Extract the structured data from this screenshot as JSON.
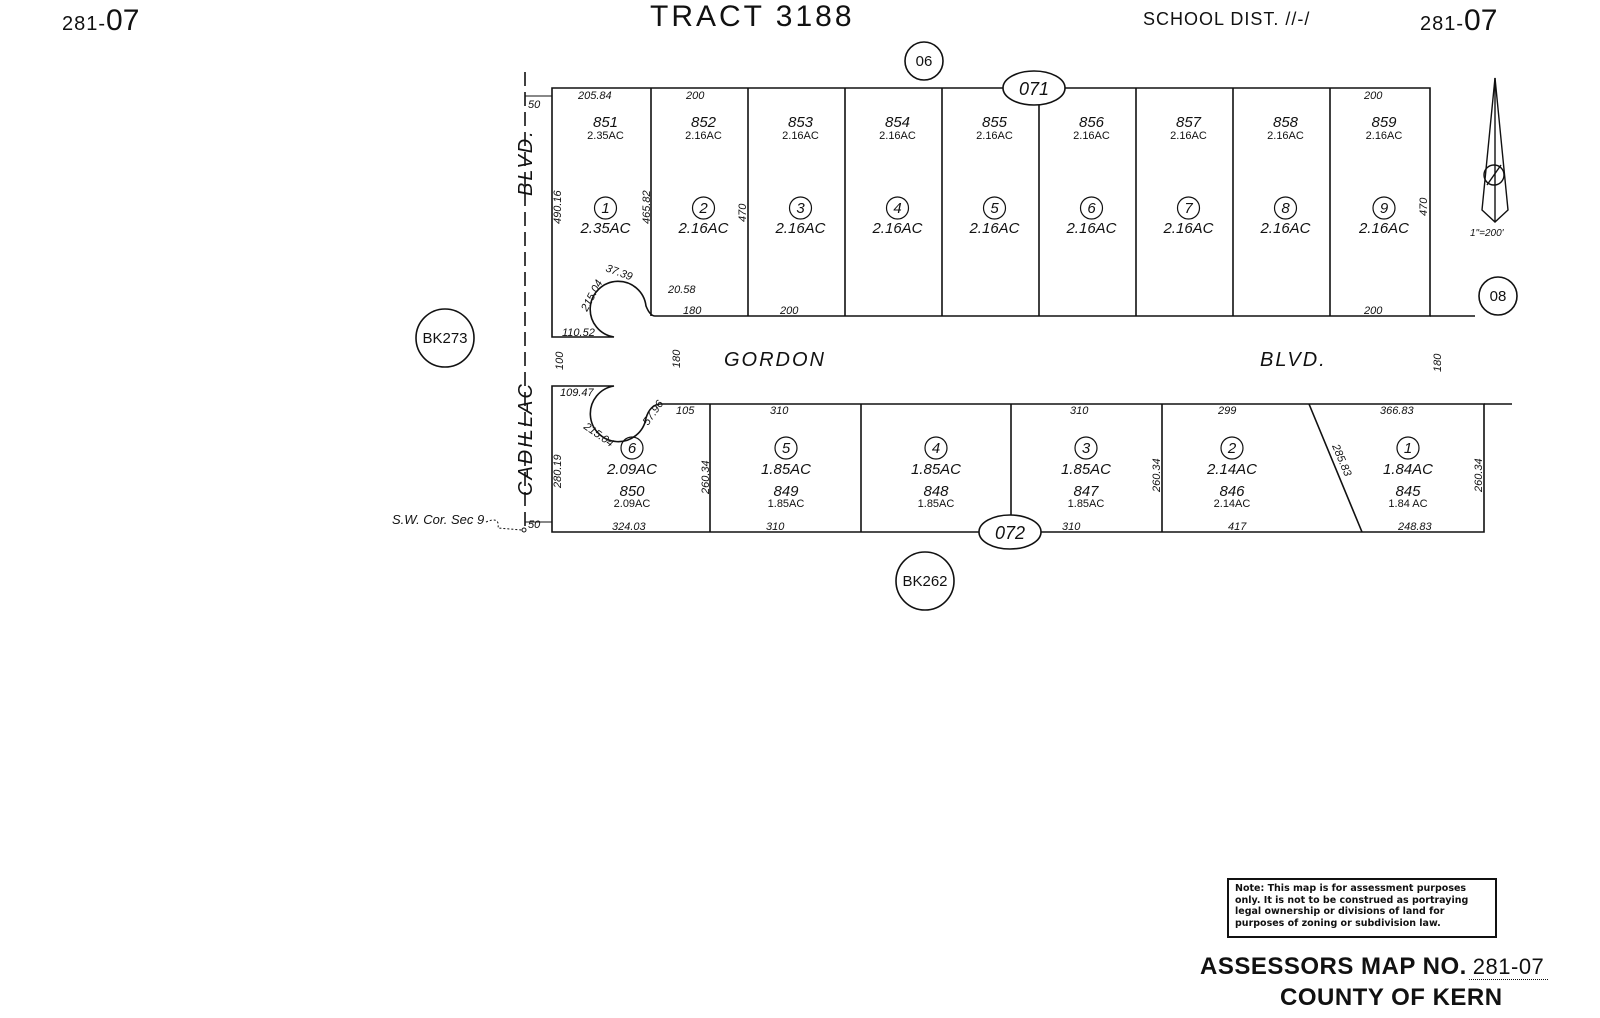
{
  "header": {
    "map_no_prefix": "281-",
    "map_no_suffix": "07",
    "title": "TRACT 3188",
    "school_dist": "SCHOOL DIST. //-/"
  },
  "bubbles": {
    "top_book": "06",
    "north_block": "071",
    "south_block": "072",
    "east_book": "08",
    "west_book": "BK273",
    "south_book": "BK262"
  },
  "streets": {
    "gordon": "GORDON",
    "gordon_blvd": "BLVD.",
    "cadillac": "CADILLAC",
    "cadillac_blvd": "BLVD."
  },
  "north_lots": [
    {
      "apn": "851",
      "apn_acres": "2.35AC",
      "lot": "1",
      "lot_acres": "2.35AC"
    },
    {
      "apn": "852",
      "apn_acres": "2.16AC",
      "lot": "2",
      "lot_acres": "2.16AC"
    },
    {
      "apn": "853",
      "apn_acres": "2.16AC",
      "lot": "3",
      "lot_acres": "2.16AC"
    },
    {
      "apn": "854",
      "apn_acres": "2.16AC",
      "lot": "4",
      "lot_acres": "2.16AC"
    },
    {
      "apn": "855",
      "apn_acres": "2.16AC",
      "lot": "5",
      "lot_acres": "2.16AC"
    },
    {
      "apn": "856",
      "apn_acres": "2.16AC",
      "lot": "6",
      "lot_acres": "2.16AC"
    },
    {
      "apn": "857",
      "apn_acres": "2.16AC",
      "lot": "7",
      "lot_acres": "2.16AC"
    },
    {
      "apn": "858",
      "apn_acres": "2.16AC",
      "lot": "8",
      "lot_acres": "2.16AC"
    },
    {
      "apn": "859",
      "apn_acres": "2.16AC",
      "lot": "9",
      "lot_acres": "2.16AC"
    }
  ],
  "south_lots": [
    {
      "apn": "850",
      "apn_acres": "2.09AC",
      "lot": "6",
      "lot_acres": "2.09AC"
    },
    {
      "apn": "849",
      "apn_acres": "1.85AC",
      "lot": "5",
      "lot_acres": "1.85AC"
    },
    {
      "apn": "848",
      "apn_acres": "1.85AC",
      "lot": "4",
      "lot_acres": "1.85AC"
    },
    {
      "apn": "847",
      "apn_acres": "1.85AC",
      "lot": "3",
      "lot_acres": "1.85AC"
    },
    {
      "apn": "846",
      "apn_acres": "2.14AC",
      "lot": "2",
      "lot_acres": "2.14AC"
    },
    {
      "apn": "845",
      "apn_acres": "1.84 AC",
      "lot": "1",
      "lot_acres": "1.84AC"
    }
  ],
  "dimensions": {
    "n_top_1": "205.84",
    "n_top_2": "200",
    "n_top_9": "200",
    "n_bot_2": "180",
    "n_bot_3": "200",
    "n_bot_9": "200",
    "n_side_west": "490.16",
    "n_side_lot1": "465.82",
    "n_side_lot2": "470",
    "n_side_east": "470",
    "n_arc_a": "37.39",
    "n_arc_b": "20.58",
    "n_arc_c": "215.04",
    "n_corner": "110.52",
    "w_50_top": "50",
    "w_50_bot": "50",
    "road_w_west": "100",
    "road_w_mid": "180",
    "road_w_east": "180",
    "s_top_corner": "109.47",
    "s_arc_a": "57.96",
    "s_arc_b": "215.04",
    "s_top_1": "105",
    "s_top_2": "310",
    "s_top_4": "310",
    "s_top_5": "299",
    "s_top_6": "366.83",
    "s_side_west": "280.19",
    "s_side_1": "260.34",
    "s_side_4": "260.34",
    "s_side_east": "260.34",
    "s_diag": "285.83",
    "s_bot_1": "324.03",
    "s_bot_2": "310",
    "s_bot_4": "310",
    "s_bot_5": "417",
    "s_bot_6": "248.83"
  },
  "corner_label": "S.W. Cor. Sec 9",
  "scale": "1\"=200'",
  "note": "Note: This map is for assessment purposes only. It is not to be construed as portraying legal ownership or divisions of land for purposes of zoning or subdivision law.",
  "footer": {
    "assessors_label": "ASSESSORS MAP NO.",
    "assessors_num": "281-07",
    "county": "COUNTY OF KERN"
  }
}
